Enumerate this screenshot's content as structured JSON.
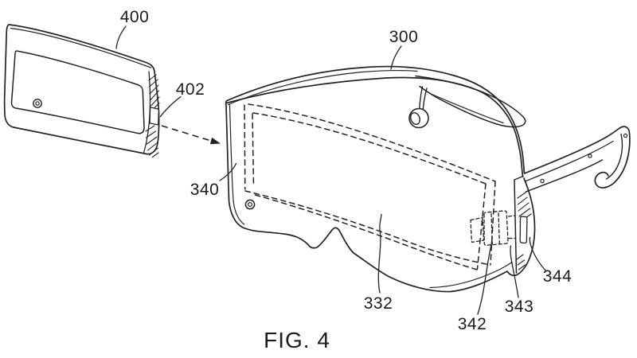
{
  "figure": {
    "caption": "FIG. 4",
    "ink_color": "#222222",
    "labels": {
      "phone": "400",
      "phone_connector": "402",
      "headset": "300",
      "frame_slot": "340",
      "display_opening": "332",
      "dock_connector": "342",
      "port": "343",
      "side_slot": "344"
    }
  }
}
